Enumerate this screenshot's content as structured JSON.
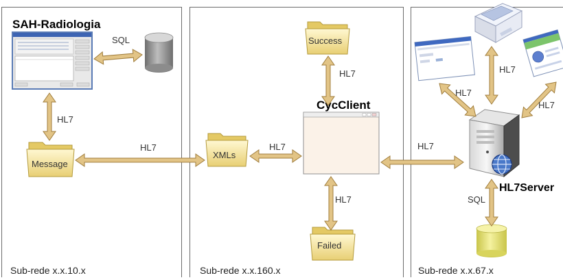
{
  "panels": [
    {
      "subnet_label": "Sub-rede x.x.10.x"
    },
    {
      "subnet_label": "Sub-rede x.x.160.x"
    },
    {
      "subnet_label": "Sub-rede x.x.67.x"
    }
  ],
  "nodes": {
    "sah_title": "SAH-Radiologia",
    "message_folder": "Message",
    "xmls_folder": "XMLs",
    "success_folder": "Success",
    "failed_folder": "Failed",
    "cycclient_label": "CycClient",
    "hl7server_label": "HL7Server"
  },
  "edge_labels": {
    "sah_db": "SQL",
    "sah_message": "HL7",
    "message_xmls": "HL7",
    "xmls_cycclient": "HL7",
    "success_cycclient": "HL7",
    "cycclient_failed": "HL7",
    "cycclient_server": "HL7",
    "server_left_window": "HL7",
    "server_device": "HL7",
    "server_right_window": "HL7",
    "server_db": "SQL"
  },
  "colors": {
    "arrow_fill": "#e2c486",
    "arrow_stroke": "#a07d3c",
    "folder_fill": "#f6e9a6",
    "db_gray": "#8f8f8f",
    "db_yellow": "#e7e37a",
    "client_window": "#fbf2e8"
  }
}
